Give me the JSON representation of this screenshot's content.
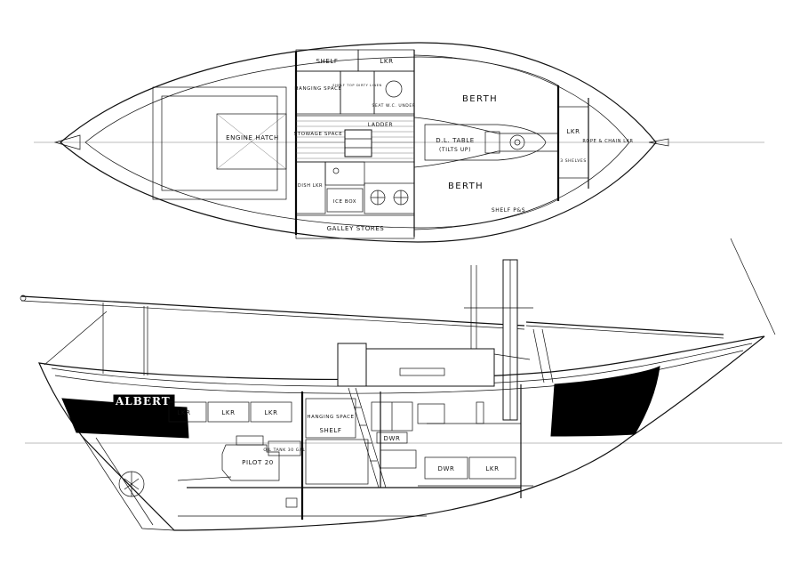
{
  "plan_view": {
    "labels": {
      "shelf": "SHELF",
      "locker_top": "LKR",
      "hanging_space": "HANGING SPACE",
      "shelf_top_dirty_linen": "SHELF TOP DIRTY LINEN",
      "seat_wc_under": "SEAT W.C. UNDER",
      "berth_upper": "BERTH",
      "berth_lower": "BERTH",
      "engine_hatch": "ENGINE HATCH",
      "stowage_space": "STOWAGE SPACE",
      "ladder": "LADDER",
      "dl_table": "D.L. TABLE",
      "tilts_up": "(TILTS UP)",
      "lkr_fwd": "LKR",
      "rope_chain_lkr": "ROPE & CHAIN LKR",
      "shelves": "3 SHELVES",
      "dish_lkr": "DISH LKR",
      "ice_box": "ICE BOX",
      "shelf_p_s": "SHELF P&S",
      "galley_stores": "GALLEY STORES"
    }
  },
  "profile_view": {
    "labels": {
      "boat_name": "ALBERT HA",
      "lkr_1": "LKR",
      "lkr_2": "LKR",
      "lkr_3": "LKR",
      "hanging_space": "HANGING SPACE",
      "shelf": "SHELF",
      "pilot": "PILOT 20",
      "oil_tank": "OIL TANK 30 GAL",
      "dwr": "DWR",
      "dwr_lower": "DWR",
      "lkr_lower": "LKR"
    }
  }
}
